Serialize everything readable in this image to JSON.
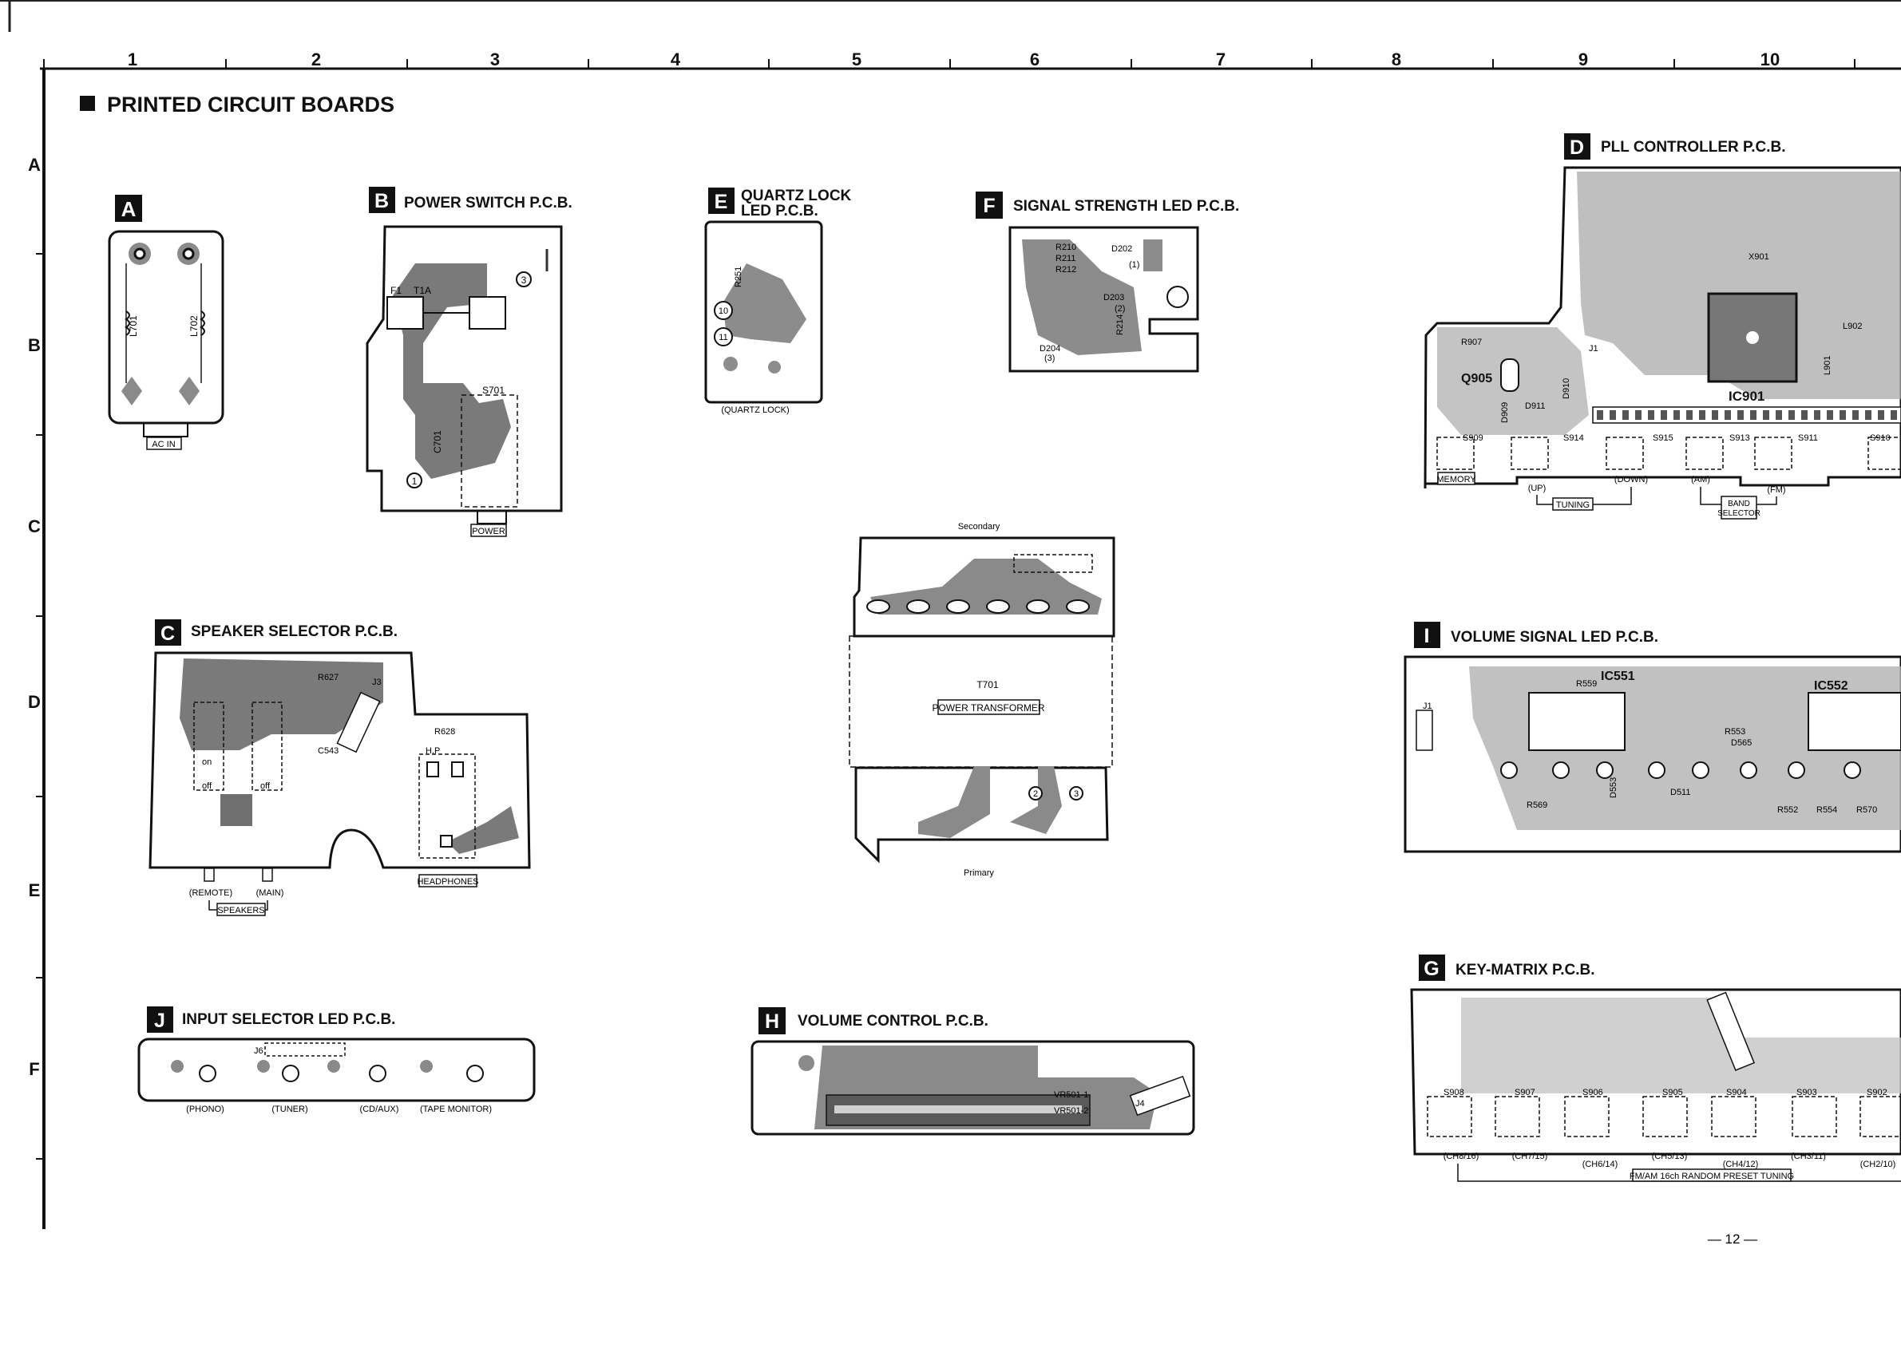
{
  "title": "PRINTED CIRCUIT BOARDS",
  "page_number": "— 12 —",
  "grid": {
    "columns": [
      "1",
      "2",
      "3",
      "4",
      "5",
      "6",
      "7",
      "8",
      "9",
      "10"
    ],
    "rows": [
      "A",
      "B",
      "C",
      "D",
      "E",
      "F"
    ]
  },
  "boards": {
    "A": {
      "letter": "A",
      "title": "",
      "parts": [
        "L701",
        "L702"
      ],
      "connector": "AC IN"
    },
    "B": {
      "letter": "B",
      "title": "POWER SWITCH P.C.B.",
      "parts": [
        "F1",
        "T1A",
        "S701",
        "C701"
      ],
      "pins": [
        "3",
        "1"
      ],
      "connector": "POWER"
    },
    "E": {
      "letter": "E",
      "title_line1": "QUARTZ LOCK",
      "title_line2": "LED P.C.B.",
      "parts": [
        "R251"
      ],
      "pins": [
        "10",
        "11"
      ],
      "caption": "(QUARTZ LOCK)"
    },
    "F": {
      "letter": "F",
      "title": "SIGNAL STRENGTH LED P.C.B.",
      "parts": [
        "R210",
        "R211",
        "R212",
        "D202",
        "D203",
        "D204",
        "R214"
      ],
      "pins": [
        "(1)",
        "(2)",
        "(3)"
      ]
    },
    "D": {
      "letter": "D",
      "title": "PLL CONTROLLER P.C.B.",
      "parts": [
        "Q905",
        "IC901",
        "R907",
        "D910",
        "D911",
        "D909",
        "L901",
        "L902",
        "X901",
        "J1"
      ],
      "switches": [
        "S909",
        "S914",
        "S915",
        "S913",
        "S911",
        "S910"
      ],
      "captions": [
        "MEMORY",
        "(UP)",
        "TUNING",
        "(DOWN)",
        "(AM)",
        "(FM)",
        "BAND",
        "SELECTOR"
      ]
    },
    "C": {
      "letter": "C",
      "title": "SPEAKER SELECTOR P.C.B.",
      "parts": [
        "R627",
        "R628",
        "C543",
        "H.P",
        "J3"
      ],
      "switch_labels": [
        "on",
        "off",
        "off"
      ],
      "captions": [
        "(REMOTE)",
        "(MAIN)",
        "SPEAKERS",
        "HEADPHONES"
      ]
    },
    "T": {
      "top_label": "Secondary",
      "bottom_label": "Primary",
      "part": "T701",
      "name": "POWER TRANSFORMER",
      "pins": [
        "2",
        "3"
      ]
    },
    "I": {
      "letter": "I",
      "title": "VOLUME SIGNAL LED P.C.B.",
      "parts": [
        "IC551",
        "IC552",
        "J1",
        "R559",
        "R553",
        "R552",
        "R554",
        "R570",
        "D553",
        "D565",
        "R569",
        "D511"
      ]
    },
    "G": {
      "letter": "G",
      "title": "KEY-MATRIX P.C.B.",
      "switches": [
        "S908",
        "S907",
        "S906",
        "S905",
        "S904",
        "S903",
        "S902"
      ],
      "channels": [
        "(CH8/16)",
        "(CH7/15)",
        "(CH6/14)",
        "(CH5/13)",
        "(CH4/12)",
        "(CH3/11)",
        "(CH2/10)"
      ],
      "caption": "FM/AM 16ch RANDOM PRESET TUNING"
    },
    "J": {
      "letter": "J",
      "title": "INPUT SELECTOR LED P.C.B.",
      "connector": "J6",
      "captions": [
        "(PHONO)",
        "(TUNER)",
        "(CD/AUX)",
        "(TAPE MONITOR)"
      ]
    },
    "H": {
      "letter": "H",
      "title": "VOLUME CONTROL P.C.B.",
      "parts": [
        "VR501-1",
        "VR501-2",
        "J4"
      ]
    }
  }
}
